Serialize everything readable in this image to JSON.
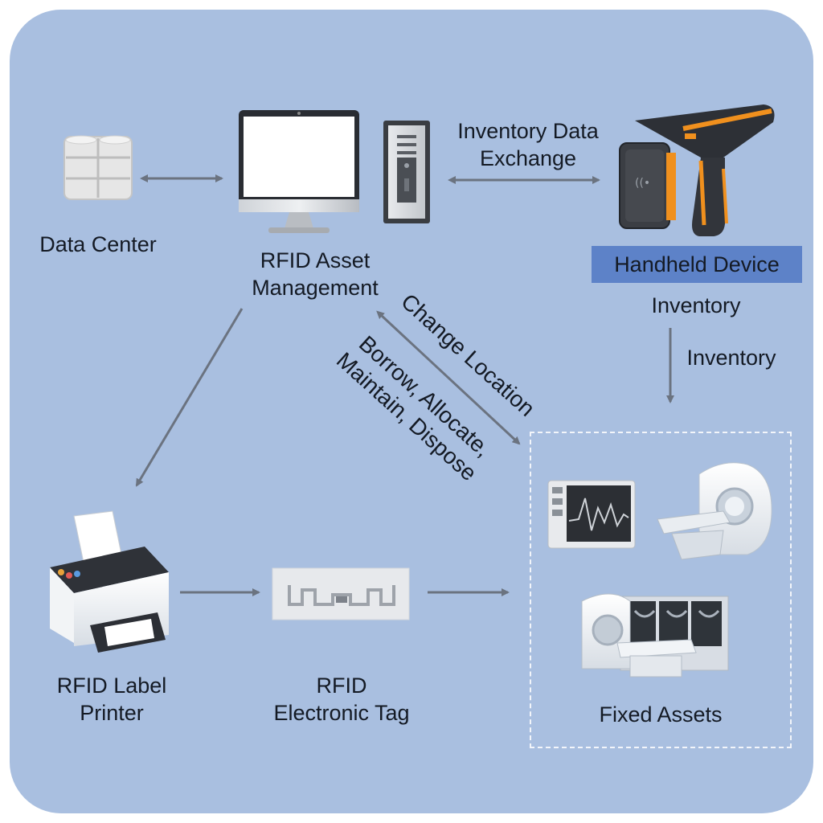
{
  "nodes": {
    "data_center": {
      "label": "Data Center"
    },
    "asset_management": {
      "label_line1": "RFID Asset",
      "label_line2": "Management"
    },
    "handheld_device": {
      "label": "Handheld Device",
      "sublabel": "Inventory"
    },
    "label_printer": {
      "label_line1": "RFID Label",
      "label_line2": "Printer"
    },
    "electronic_tag": {
      "label_line1": "RFID",
      "label_line2": "Electronic Tag"
    },
    "fixed_assets": {
      "label": "Fixed Assets"
    }
  },
  "edges": {
    "inventory_exchange": {
      "label_line1": "Inventory Data",
      "label_line2": "Exchange"
    },
    "change_location": {
      "label": "Change Location"
    },
    "operations": {
      "label_line1": "Borrow, Allocate,",
      "label_line2": "Maintain, Dispose"
    },
    "inventory": {
      "label": "Inventory"
    }
  },
  "colors": {
    "panel": "#a9bfe0",
    "arrow": "#6b7380",
    "highlight_box": "#5d82c8",
    "dashed_border": "#f2f5fa",
    "device_accent": "#f0901e"
  },
  "icons": [
    "database-icon",
    "monitor-icon",
    "server-tower-icon",
    "rfid-scanner-icon",
    "printer-icon",
    "rfid-tag-icon",
    "patient-monitor-icon",
    "ct-scanner-icon",
    "mri-scanner-icon"
  ]
}
